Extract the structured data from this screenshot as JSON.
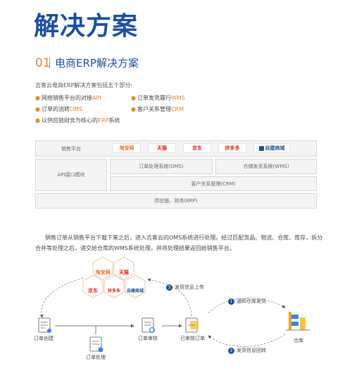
{
  "header": {
    "title": "解决方案"
  },
  "section": {
    "number": "01",
    "title": "电商ERP解决方案"
  },
  "intro": "吉客云电商ERP解决方案包括五个部分:",
  "bullets": {
    "b1": {
      "pre": "网络销售平台的对接",
      "hl": "API"
    },
    "b2": {
      "pre": "订单发货履行",
      "hl": "WMS"
    },
    "b3": {
      "pre": "订单的流转",
      "hl": "OMS"
    },
    "b4": {
      "pre": "客户关系管理",
      "hl": "CRM"
    },
    "b5": {
      "pre": "以供应链财务为核心的",
      "hl": "ERP",
      "post": "系统"
    }
  },
  "architecture": {
    "sales_platform": "销售平台",
    "platforms": [
      "淘宝网",
      "天猫",
      "京东",
      "拼多多",
      "自建商城"
    ],
    "api_module": "API接口模块",
    "oms": "订单处理系统(OMS)",
    "wms": "仓储发货系统(WMS)",
    "crm": "客户关系管理(CRM)",
    "erp": "供应链、财务(ERP)"
  },
  "paragraph": "销售订单从销售平台下载下来之后，进入吉客云的OMS系统进行处理。经过匹配货品、物流、仓库、库存，拆分合并等处理之后，递交给仓库的WMS系统处理，并将处理结果返回给销售平台。",
  "flow": {
    "hexes": [
      "淘宝网",
      "天猫",
      "京东",
      "拼多多",
      "自建商城"
    ],
    "order_create": "订单创建",
    "order_process": "订单处理",
    "order_review": "订单审核",
    "order_reviewed": "已审核订单",
    "warehouse": "仓库",
    "step1": {
      "num": "1",
      "label": "通知仓库发货"
    },
    "step2": {
      "num": "2",
      "label": "发货信息回转"
    },
    "step3": {
      "num": "3",
      "label": "发货信息上传"
    }
  },
  "colors": {
    "brand_blue": "#1c4f9c",
    "accent_orange": "#e2892d",
    "taobao": "#f36f20",
    "tmall": "#d81e06",
    "jd": "#e1251b",
    "pdd": "#e02e24",
    "selfmall": "#1f4f8f"
  }
}
